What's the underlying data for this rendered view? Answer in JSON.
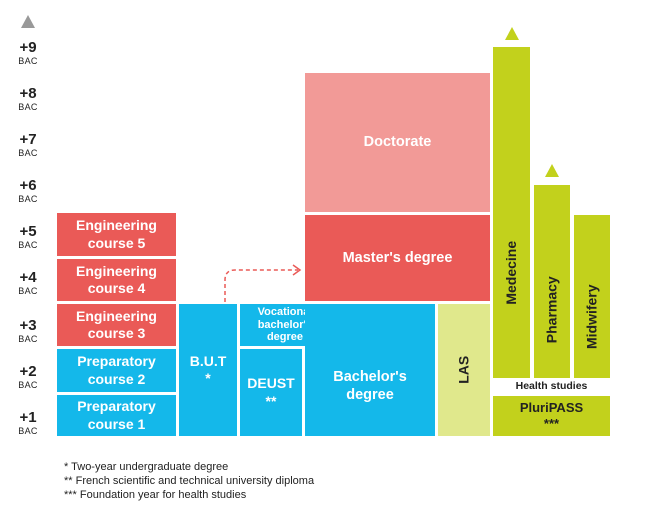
{
  "levels": [
    {
      "big": "+9",
      "small": "BAC"
    },
    {
      "big": "+8",
      "small": "BAC"
    },
    {
      "big": "+7",
      "small": "BAC"
    },
    {
      "big": "+6",
      "small": "BAC"
    },
    {
      "big": "+5",
      "small": "BAC"
    },
    {
      "big": "+4",
      "small": "BAC"
    },
    {
      "big": "+3",
      "small": "BAC"
    },
    {
      "big": "+2",
      "small": "BAC"
    },
    {
      "big": "+1",
      "small": "BAC"
    }
  ],
  "boxes": {
    "eng5": "Engineering\ncourse 5",
    "eng4": "Engineering\ncourse 4",
    "eng3": "Engineering\ncourse 3",
    "prep2": "Preparatory\ncourse 2",
    "prep1": "Preparatory\ncourse 1",
    "but": "B.U.T\n*",
    "vocational": "Vocational\nbachelor's\ndegree",
    "deust": "DEUST\n**",
    "bachelor": "Bachelor's\ndegree",
    "master": "Master's degree",
    "doctorate": "Doctorate",
    "las": "LAS",
    "medecine": "Medecine",
    "pharmacy": "Pharmacy",
    "midwifery": "Midwifery",
    "pluripass": "PluriPASS\n***"
  },
  "health_studies_label": "Health studies",
  "notes": [
    "* Two-year undergraduate degree",
    "** French scientific and technical university diploma",
    "*** Foundation year for health studies"
  ],
  "colors": {
    "red": "#ea5a57",
    "pink": "#f29a97",
    "blue": "#14b8ea",
    "lime": "#c2d11c",
    "light_lime": "#e0e88c",
    "axis_arrow": "#999999"
  }
}
